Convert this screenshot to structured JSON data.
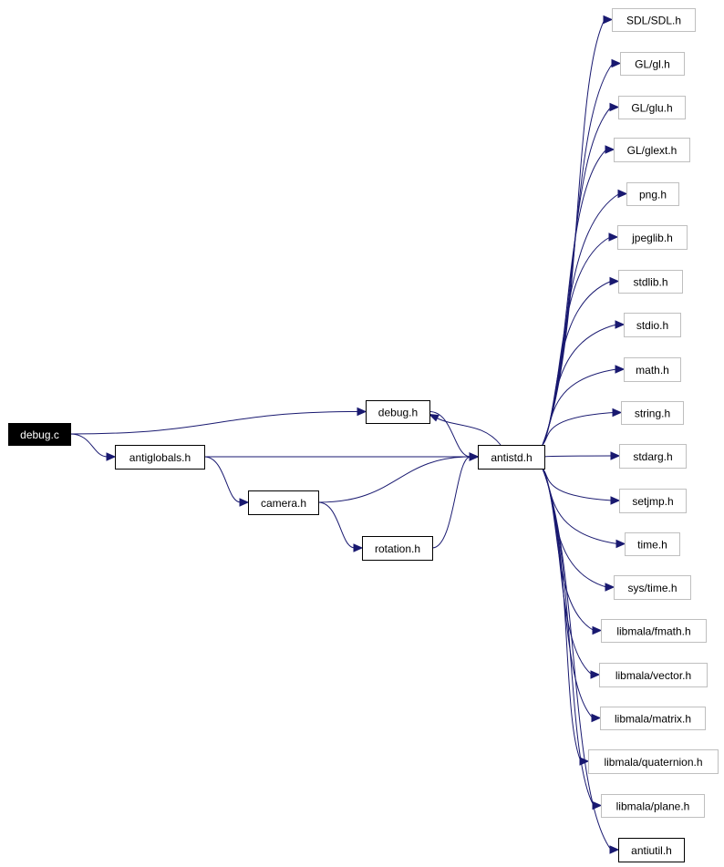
{
  "graph": {
    "nodes": {
      "debug_c": {
        "label": "debug.c"
      },
      "antiglobals_h": {
        "label": "antiglobals.h"
      },
      "debug_h": {
        "label": "debug.h"
      },
      "camera_h": {
        "label": "camera.h"
      },
      "rotation_h": {
        "label": "rotation.h"
      },
      "antistd_h": {
        "label": "antistd.h"
      },
      "sdl_h": {
        "label": "SDL/SDL.h"
      },
      "gl_h": {
        "label": "GL/gl.h"
      },
      "glu_h": {
        "label": "GL/glu.h"
      },
      "glext_h": {
        "label": "GL/glext.h"
      },
      "png_h": {
        "label": "png.h"
      },
      "jpeglib_h": {
        "label": "jpeglib.h"
      },
      "stdlib_h": {
        "label": "stdlib.h"
      },
      "stdio_h": {
        "label": "stdio.h"
      },
      "math_h": {
        "label": "math.h"
      },
      "string_h": {
        "label": "string.h"
      },
      "stdarg_h": {
        "label": "stdarg.h"
      },
      "setjmp_h": {
        "label": "setjmp.h"
      },
      "time_h": {
        "label": "time.h"
      },
      "sys_time_h": {
        "label": "sys/time.h"
      },
      "fmath_h": {
        "label": "libmala/fmath.h"
      },
      "vector_h": {
        "label": "libmala/vector.h"
      },
      "matrix_h": {
        "label": "libmala/matrix.h"
      },
      "quaternion_h": {
        "label": "libmala/quaternion.h"
      },
      "plane_h": {
        "label": "libmala/plane.h"
      },
      "antiutil_h": {
        "label": "antiutil.h"
      }
    },
    "edges": [
      [
        "debug_c",
        "debug_h"
      ],
      [
        "debug_c",
        "antiglobals_h"
      ],
      [
        "debug_h",
        "antistd_h"
      ],
      [
        "antiglobals_h",
        "antistd_h"
      ],
      [
        "antiglobals_h",
        "camera_h"
      ],
      [
        "camera_h",
        "antistd_h"
      ],
      [
        "camera_h",
        "rotation_h"
      ],
      [
        "rotation_h",
        "antistd_h"
      ],
      [
        "antistd_h",
        "debug_h"
      ],
      [
        "antistd_h",
        "sdl_h"
      ],
      [
        "antistd_h",
        "gl_h"
      ],
      [
        "antistd_h",
        "glu_h"
      ],
      [
        "antistd_h",
        "glext_h"
      ],
      [
        "antistd_h",
        "png_h"
      ],
      [
        "antistd_h",
        "jpeglib_h"
      ],
      [
        "antistd_h",
        "stdlib_h"
      ],
      [
        "antistd_h",
        "stdio_h"
      ],
      [
        "antistd_h",
        "math_h"
      ],
      [
        "antistd_h",
        "string_h"
      ],
      [
        "antistd_h",
        "stdarg_h"
      ],
      [
        "antistd_h",
        "setjmp_h"
      ],
      [
        "antistd_h",
        "time_h"
      ],
      [
        "antistd_h",
        "sys_time_h"
      ],
      [
        "antistd_h",
        "fmath_h"
      ],
      [
        "antistd_h",
        "vector_h"
      ],
      [
        "antistd_h",
        "matrix_h"
      ],
      [
        "antistd_h",
        "quaternion_h"
      ],
      [
        "antistd_h",
        "plane_h"
      ],
      [
        "antistd_h",
        "antiutil_h"
      ]
    ],
    "colors": {
      "edge": "#191970",
      "external_border": "#bfbfbf",
      "internal_border": "#000000",
      "root_fill": "#000000",
      "root_text": "#ffffff"
    }
  }
}
